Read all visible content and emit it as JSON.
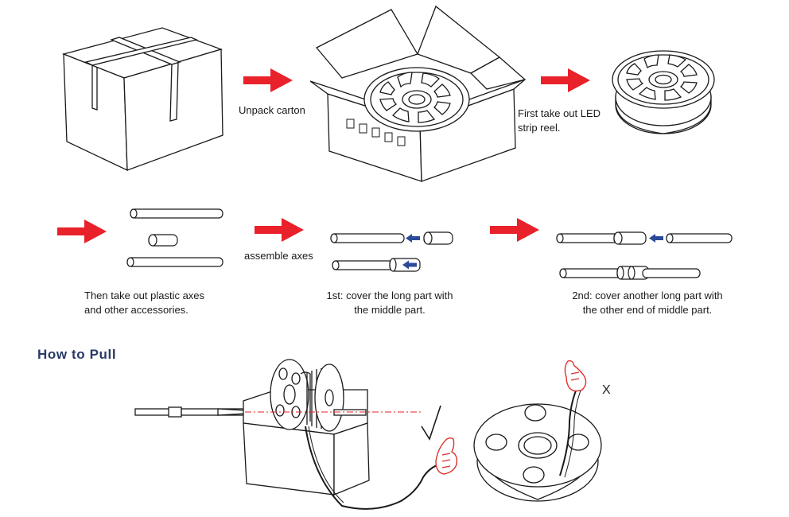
{
  "steps": {
    "unpack_label": "Unpack carton",
    "first_take_label": "First take out LED\nstrip reel.",
    "plastic_axes_label": "Then take out plastic axes\nand other accessories.",
    "assemble_label": "assemble axes",
    "cover_first_label": "1st: cover the long part with\nthe middle part.",
    "cover_second_label": "2nd: cover another long part with\nthe other end of middle part."
  },
  "pull": {
    "heading": "How to Pull",
    "wrong_mark": "X"
  },
  "colors": {
    "arrow": "#e8212a",
    "blue_arrow": "#2b4a9a",
    "hand": "#e0302a",
    "heading": "#2a3a66",
    "line": "#1a1a1a"
  },
  "icons": {
    "correct": "checkmark-icon",
    "incorrect": "x-mark"
  }
}
